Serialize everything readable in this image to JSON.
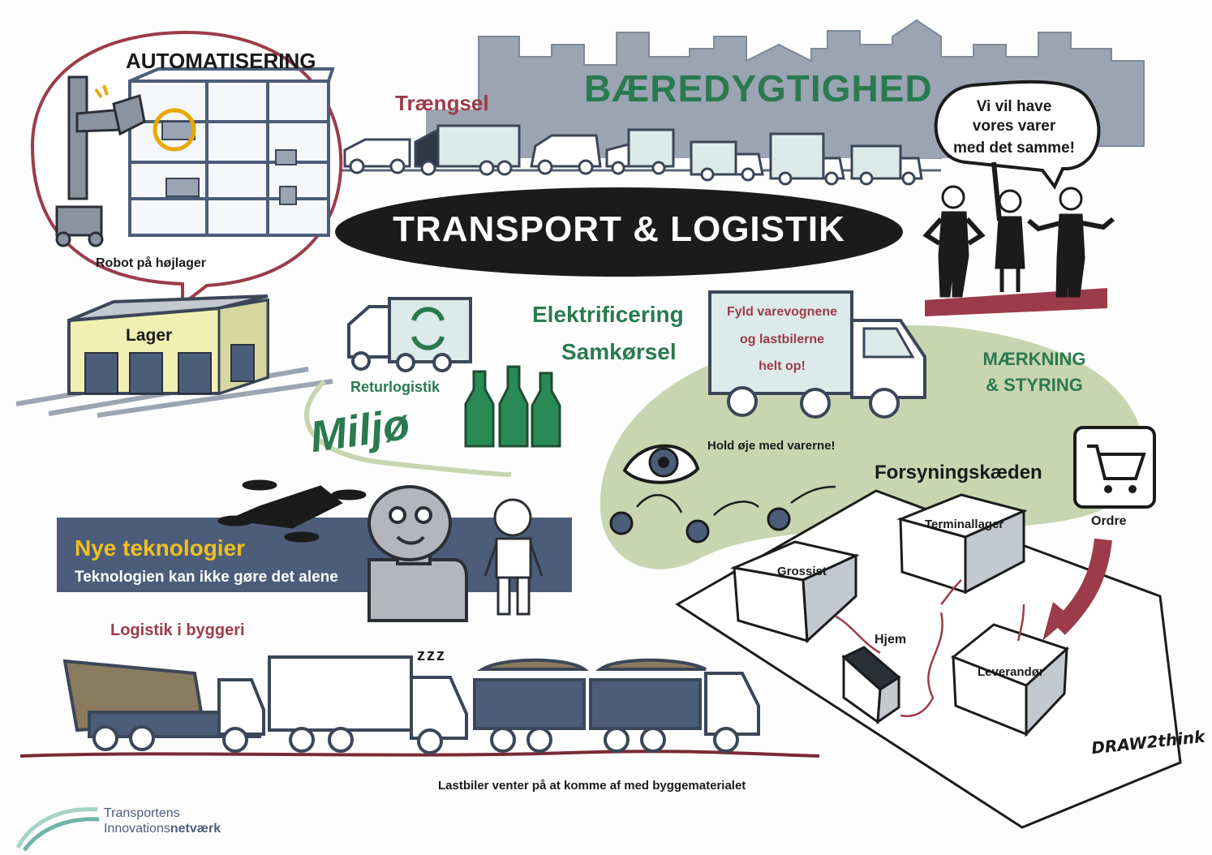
{
  "headings": {
    "main_title": "TRANSPORT & LOGISTIK",
    "automation": "AUTOMATISERING",
    "sustainability": "BÆREDYGTIGHED",
    "congestion": "Trængsel"
  },
  "automation": {
    "caption": "Robot på højlager"
  },
  "warehouse": {
    "label": "Lager"
  },
  "environment": {
    "reverse_logistics": "Returlogistik",
    "environment": "Miljø",
    "electrification": "Elektrificering",
    "carpooling": "Samkørsel"
  },
  "truck_sign": {
    "line1": "Fyld varevognene",
    "line2": "og lastbilerne",
    "line3": "helt op!"
  },
  "customers": {
    "speech_line1": "Vi vil have",
    "speech_line2": "vores varer",
    "speech_line3": "med det samme!"
  },
  "tracking": {
    "title_line1": "MÆRKNING",
    "title_line2": "& STYRING",
    "eye_caption": "Hold øje med varerne!"
  },
  "supply_chain": {
    "title": "Forsyningskæden",
    "terminal": "Terminallager",
    "wholesaler": "Grossist",
    "home": "Hjem",
    "supplier": "Leverandør",
    "order": "Ordre"
  },
  "new_tech": {
    "title": "Nye teknologier",
    "subtitle": "Teknologien kan ikke gøre det alene"
  },
  "construction": {
    "title": "Logistik i byggeri",
    "caption": "Lastbiler venter på at komme af med byggematerialet",
    "zzz": "zzz"
  },
  "signature": "DRAW2think",
  "logo": {
    "line1": "Transportens",
    "line2_regular": "Innovations",
    "line2_bold": "netværk"
  },
  "colors": {
    "red": "#9c3b4a",
    "green": "#2a7a4f",
    "slate": "#4c5d7a",
    "sage": "#c8d5b0",
    "skyline": "#9aa4b2"
  }
}
